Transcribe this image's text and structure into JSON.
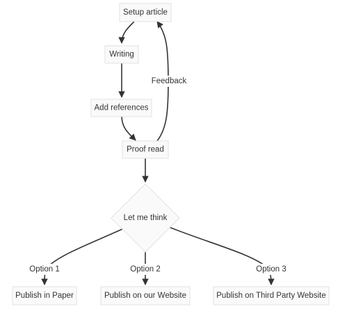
{
  "nodes": {
    "setup": "Setup article",
    "writing": "Writing",
    "references": "Add references",
    "proof": "Proof read",
    "decision": "Let me think",
    "paper": "Publish in Paper",
    "website": "Publish on our Website",
    "third_party": "Publish on Third Party Website"
  },
  "edge_labels": {
    "feedback": "Feedback",
    "option1": "Option 1",
    "option2": "Option 2",
    "option3": "Option 3"
  },
  "colors": {
    "node_fill": "#fafafa",
    "node_border": "#e2e2e2",
    "edge": "#333333",
    "text": "#333333"
  }
}
